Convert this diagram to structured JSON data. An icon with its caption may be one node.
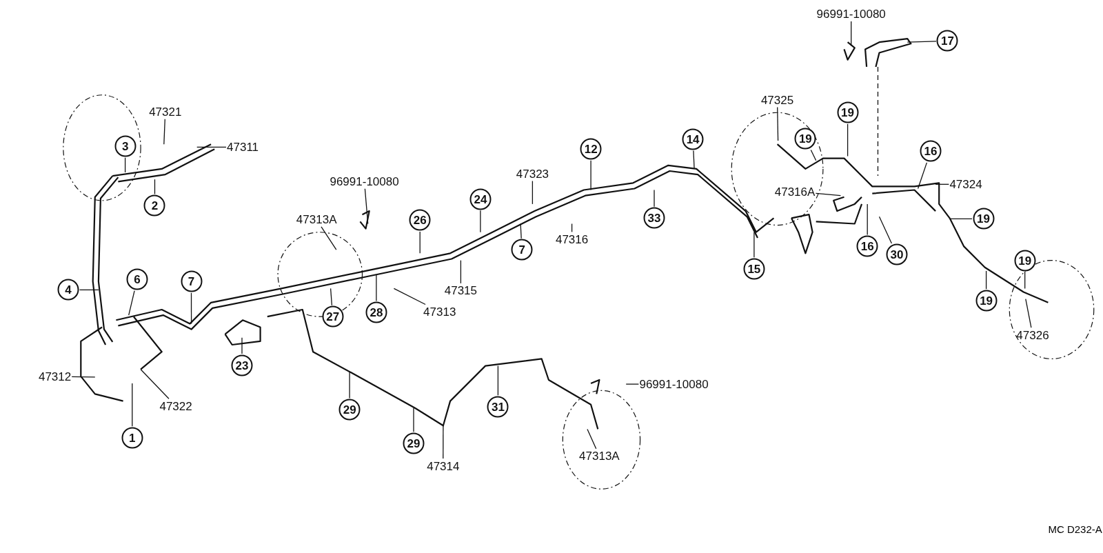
{
  "diagram": {
    "nodes": [
      {
        "text": [
          "96991-10080"
        ]
      },
      {
        "text": [
          "17"
        ]
      },
      {
        "text": [
          "47321"
        ]
      },
      {
        "text": [
          "47325"
        ]
      },
      {
        "text": [
          "19"
        ]
      },
      {
        "text": [
          "3"
        ]
      },
      {
        "text": [
          "47311"
        ]
      },
      {
        "text": [
          "19"
        ]
      },
      {
        "text": [
          "14"
        ]
      },
      {
        "text": [
          "12"
        ]
      },
      {
        "text": [
          "16"
        ]
      },
      {
        "text": [
          "47323"
        ]
      },
      {
        "text": [
          "96991-10080"
        ]
      },
      {
        "text": [
          "47316A"
        ]
      },
      {
        "text": [
          "47324"
        ]
      },
      {
        "text": [
          "2"
        ]
      },
      {
        "text": [
          "24"
        ]
      },
      {
        "text": [
          "26"
        ]
      },
      {
        "text": [
          "47313A"
        ]
      },
      {
        "text": [
          "33"
        ]
      },
      {
        "text": [
          "19"
        ]
      },
      {
        "text": [
          "47316"
        ]
      },
      {
        "text": [
          "7"
        ]
      },
      {
        "text": [
          "16"
        ]
      },
      {
        "text": [
          "30"
        ]
      },
      {
        "text": [
          "15"
        ]
      },
      {
        "text": [
          "47315"
        ]
      },
      {
        "text": [
          "4"
        ]
      },
      {
        "text": [
          "6"
        ]
      },
      {
        "text": [
          "7"
        ]
      },
      {
        "text": [
          "19"
        ]
      },
      {
        "text": [
          "19"
        ]
      },
      {
        "text": [
          "27"
        ]
      },
      {
        "text": [
          "28"
        ]
      },
      {
        "text": [
          "47313"
        ]
      },
      {
        "text": [
          "47326"
        ]
      },
      {
        "text": [
          "23"
        ]
      },
      {
        "text": [
          "47312"
        ]
      },
      {
        "text": [
          "47322"
        ]
      },
      {
        "text": [
          "96991-10080"
        ]
      },
      {
        "text": [
          "29"
        ]
      },
      {
        "text": [
          "31"
        ]
      },
      {
        "text": [
          "1"
        ]
      },
      {
        "text": [
          "29"
        ]
      },
      {
        "text": [
          "47313A"
        ]
      },
      {
        "text": [
          "47314"
        ]
      }
    ],
    "edges": [
      {
        "from": 0,
        "to": null,
        "arrow": "none"
      },
      {
        "from": 1,
        "to": null,
        "arrow": "none"
      },
      {
        "from": 2,
        "to": null,
        "arrow": "none"
      },
      {
        "from": 3,
        "to": null,
        "arrow": "none"
      },
      {
        "from": 4,
        "to": null,
        "arrow": "none"
      },
      {
        "from": 5,
        "to": null,
        "arrow": "none"
      },
      {
        "from": 6,
        "to": null,
        "arrow": "none"
      },
      {
        "from": 7,
        "to": null,
        "arrow": "none"
      },
      {
        "from": 8,
        "to": null,
        "arrow": "none"
      },
      {
        "from": 9,
        "to": null,
        "arrow": "none"
      },
      {
        "from": 10,
        "to": null,
        "arrow": "none"
      },
      {
        "from": 11,
        "to": null,
        "arrow": "none"
      },
      {
        "from": 12,
        "to": null,
        "arrow": "none"
      },
      {
        "from": 13,
        "to": null,
        "arrow": "none"
      },
      {
        "from": 14,
        "to": null,
        "arrow": "none"
      },
      {
        "from": 15,
        "to": null,
        "arrow": "none"
      },
      {
        "from": 16,
        "to": null,
        "arrow": "none"
      },
      {
        "from": 17,
        "to": null,
        "arrow": "none"
      },
      {
        "from": 18,
        "to": null,
        "arrow": "none"
      },
      {
        "from": 19,
        "to": null,
        "arrow": "none"
      },
      {
        "from": 20,
        "to": null,
        "arrow": "none"
      },
      {
        "from": 21,
        "to": null,
        "arrow": "none"
      },
      {
        "from": 22,
        "to": null,
        "arrow": "none"
      },
      {
        "from": 23,
        "to": null,
        "arrow": "none"
      },
      {
        "from": 24,
        "to": null,
        "arrow": "none"
      },
      {
        "from": 25,
        "to": null,
        "arrow": "none"
      },
      {
        "from": 26,
        "to": null,
        "arrow": "none"
      },
      {
        "from": 27,
        "to": null,
        "arrow": "none"
      },
      {
        "from": 28,
        "to": null,
        "arrow": "none"
      },
      {
        "from": 29,
        "to": null,
        "arrow": "none"
      },
      {
        "from": 30,
        "to": null,
        "arrow": "none"
      },
      {
        "from": 31,
        "to": null,
        "arrow": "none"
      },
      {
        "from": 32,
        "to": null,
        "arrow": "none"
      },
      {
        "from": 33,
        "to": null,
        "arrow": "none"
      },
      {
        "from": 34,
        "to": null,
        "arrow": "none"
      },
      {
        "from": 35,
        "to": null,
        "arrow": "none"
      },
      {
        "from": 36,
        "to": null,
        "arrow": "none"
      },
      {
        "from": 37,
        "to": null,
        "arrow": "none"
      },
      {
        "from": 38,
        "to": null,
        "arrow": "none"
      },
      {
        "from": 39,
        "to": null,
        "arrow": "none"
      },
      {
        "from": 40,
        "to": null,
        "arrow": "none"
      },
      {
        "from": 41,
        "to": null,
        "arrow": "none"
      },
      {
        "from": 42,
        "to": null,
        "arrow": "none"
      },
      {
        "from": 43,
        "to": null,
        "arrow": "none"
      },
      {
        "from": 44,
        "to": null,
        "arrow": "none"
      },
      {
        "from": 45,
        "to": null,
        "arrow": "none"
      }
    ],
    "labels": [
      "MC D232-A"
    ]
  }
}
